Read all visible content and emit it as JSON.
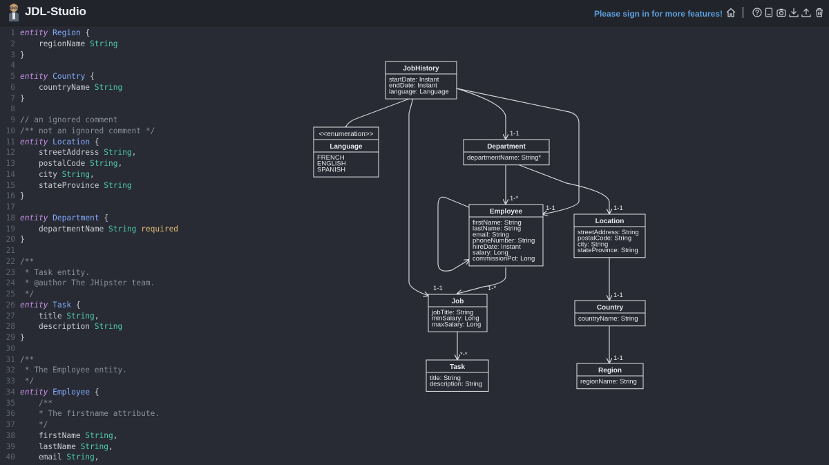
{
  "app": {
    "title": "JDL-Studio",
    "signin": "Please sign in for more features!"
  },
  "toolbar": [
    {
      "name": "home-icon"
    },
    {
      "name": "help-icon"
    },
    {
      "name": "file-icon"
    },
    {
      "name": "camera-icon"
    },
    {
      "name": "download-icon"
    },
    {
      "name": "upload-icon"
    },
    {
      "name": "trash-icon"
    }
  ],
  "editor": {
    "lines": [
      [
        [
          "kw",
          "entity"
        ],
        [
          "p",
          " "
        ],
        [
          "nm",
          "Region"
        ],
        [
          "p",
          " {"
        ]
      ],
      [
        [
          "p",
          "    regionName "
        ],
        [
          "ty",
          "String"
        ]
      ],
      [
        [
          "p",
          "}"
        ]
      ],
      [],
      [
        [
          "kw",
          "entity"
        ],
        [
          "p",
          " "
        ],
        [
          "nm",
          "Country"
        ],
        [
          "p",
          " {"
        ]
      ],
      [
        [
          "p",
          "    countryName "
        ],
        [
          "ty",
          "String"
        ]
      ],
      [
        [
          "p",
          "}"
        ]
      ],
      [],
      [
        [
          "cm",
          "// an ignored comment"
        ]
      ],
      [
        [
          "cm",
          "/** not an ignored comment */"
        ]
      ],
      [
        [
          "kw",
          "entity"
        ],
        [
          "p",
          " "
        ],
        [
          "nm",
          "Location"
        ],
        [
          "p",
          " {"
        ]
      ],
      [
        [
          "p",
          "    streetAddress "
        ],
        [
          "ty",
          "String"
        ],
        [
          "p",
          ","
        ]
      ],
      [
        [
          "p",
          "    postalCode "
        ],
        [
          "ty",
          "String"
        ],
        [
          "p",
          ","
        ]
      ],
      [
        [
          "p",
          "    city "
        ],
        [
          "ty",
          "String"
        ],
        [
          "p",
          ","
        ]
      ],
      [
        [
          "p",
          "    stateProvince "
        ],
        [
          "ty",
          "String"
        ]
      ],
      [
        [
          "p",
          "}"
        ]
      ],
      [],
      [
        [
          "kw",
          "entity"
        ],
        [
          "p",
          " "
        ],
        [
          "nm",
          "Department"
        ],
        [
          "p",
          " {"
        ]
      ],
      [
        [
          "p",
          "    departmentName "
        ],
        [
          "ty",
          "String"
        ],
        [
          "p",
          " "
        ],
        [
          "opt",
          "required"
        ]
      ],
      [
        [
          "p",
          "}"
        ]
      ],
      [],
      [
        [
          "cm",
          "/**"
        ]
      ],
      [
        [
          "cm",
          " * Task entity."
        ]
      ],
      [
        [
          "cm",
          " * @author The JHipster team."
        ]
      ],
      [
        [
          "cm",
          " */"
        ]
      ],
      [
        [
          "kw",
          "entity"
        ],
        [
          "p",
          " "
        ],
        [
          "nm",
          "Task"
        ],
        [
          "p",
          " {"
        ]
      ],
      [
        [
          "p",
          "    title "
        ],
        [
          "ty",
          "String"
        ],
        [
          "p",
          ","
        ]
      ],
      [
        [
          "p",
          "    description "
        ],
        [
          "ty",
          "String"
        ]
      ],
      [
        [
          "p",
          "}"
        ]
      ],
      [],
      [
        [
          "cm",
          "/**"
        ]
      ],
      [
        [
          "cm",
          " * The Employee entity."
        ]
      ],
      [
        [
          "cm",
          " */"
        ]
      ],
      [
        [
          "kw",
          "entity"
        ],
        [
          "p",
          " "
        ],
        [
          "nm",
          "Employee"
        ],
        [
          "p",
          " {"
        ]
      ],
      [
        [
          "cm",
          "    /**"
        ]
      ],
      [
        [
          "cm",
          "    * The firstname attribute."
        ]
      ],
      [
        [
          "cm",
          "    */"
        ]
      ],
      [
        [
          "p",
          "    firstName "
        ],
        [
          "ty",
          "String"
        ],
        [
          "p",
          ","
        ]
      ],
      [
        [
          "p",
          "    lastName "
        ],
        [
          "ty",
          "String"
        ],
        [
          "p",
          ","
        ]
      ],
      [
        [
          "p",
          "    email "
        ],
        [
          "ty",
          "String"
        ],
        [
          "p",
          ","
        ]
      ]
    ]
  },
  "diagram": {
    "boxes": [
      {
        "id": "jobhistory",
        "title": "JobHistory",
        "fields": [
          "startDate: Instant",
          "endDate: Instant",
          "language: Language"
        ]
      },
      {
        "id": "language",
        "stereotype": "<<enumeration>>",
        "title": "Language",
        "fields": [
          "FRENCH",
          "ENGLISH",
          "SPANISH"
        ]
      },
      {
        "id": "department",
        "title": "Department",
        "fields": [
          "departmentName: String*"
        ]
      },
      {
        "id": "employee",
        "title": "Employee",
        "fields": [
          "firstName: String",
          "lastName: String",
          "email: String",
          "phoneNumber: String",
          "hireDate: Instant",
          "salary: Long",
          "commissionPct: Long"
        ]
      },
      {
        "id": "location",
        "title": "Location",
        "fields": [
          "streetAddress: String",
          "postalCode: String",
          "city: String",
          "stateProvince: String"
        ]
      },
      {
        "id": "job",
        "title": "Job",
        "fields": [
          "jobTitle: String",
          "minSalary: Long",
          "maxSalary: Long"
        ]
      },
      {
        "id": "country",
        "title": "Country",
        "fields": [
          "countryName: String"
        ]
      },
      {
        "id": "task",
        "title": "Task",
        "fields": [
          "title: String",
          "description: String"
        ]
      },
      {
        "id": "region",
        "title": "Region",
        "fields": [
          "regionName: String"
        ]
      }
    ],
    "labels": [
      {
        "id": "jh-dept",
        "text": "1-1"
      },
      {
        "id": "dept-emp",
        "text": "1-*"
      },
      {
        "id": "jh-emp",
        "text": "1-1"
      },
      {
        "id": "dept-loc",
        "text": "1-1"
      },
      {
        "id": "jh-job",
        "text": "1-1"
      },
      {
        "id": "emp-job",
        "text": "1-*"
      },
      {
        "id": "loc-country",
        "text": "1-1"
      },
      {
        "id": "job-task",
        "text": "*-*"
      },
      {
        "id": "country-region",
        "text": "1-1"
      }
    ]
  }
}
